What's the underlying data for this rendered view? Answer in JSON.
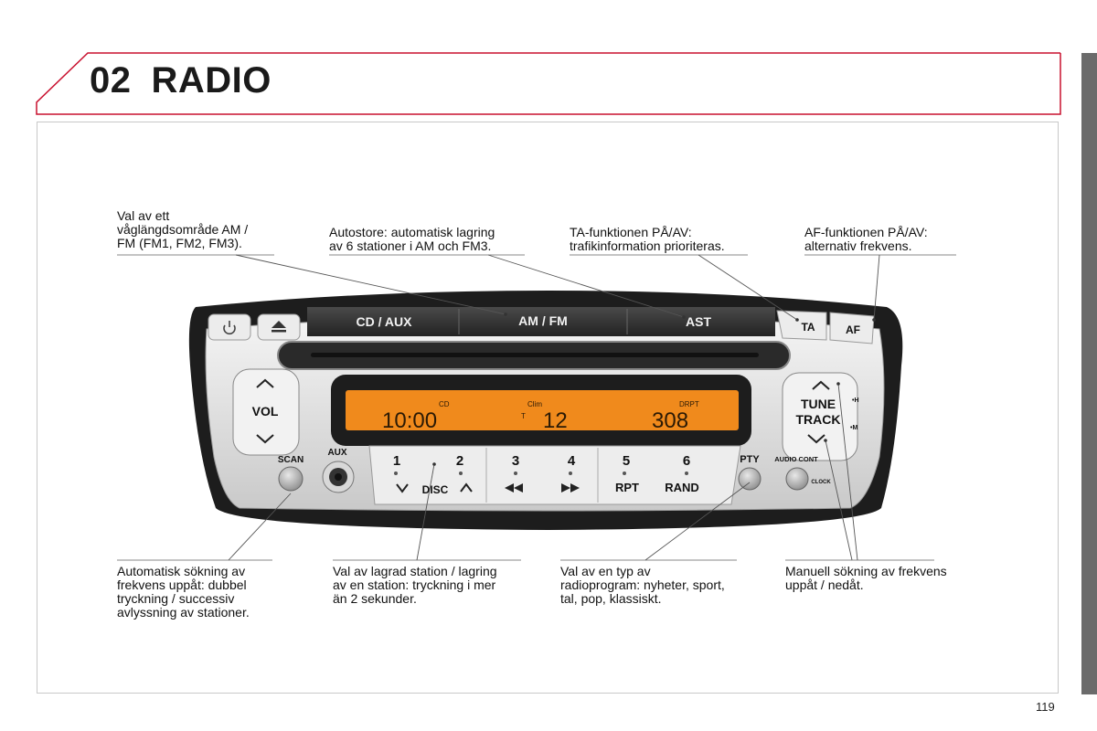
{
  "header": {
    "chapter_number": "02",
    "chapter_title": "RADIO"
  },
  "callouts": {
    "band": "Val av ett\nvåglängdsområde AM /\nFM (FM1, FM2, FM3).",
    "autostore": "Autostore: automatisk lagring\nav 6 stationer i AM och FM3.",
    "ta": "TA-funktionen PÅ/AV:\ntrafikinformation prioriteras.",
    "af": "AF-funktionen PÅ/AV:\nalternativ frekvens.",
    "scan": "Automatisk sökning av\nfrekvens uppåt: dubbel\ntryckning / successiv\navlyssning av stationer.",
    "preset": "Val av lagrad station / lagring\nav en station: tryckning i mer\nän 2 sekunder.",
    "pty": "Val av en typ av\nradioprogram: nyheter, sport,\ntal, pop, klassiskt.",
    "tune": "Manuell sökning av frekvens\nuppåt / nedåt."
  },
  "radio": {
    "top_buttons": {
      "cd_aux": "CD / AUX",
      "am_fm": "AM / FM",
      "ast": "AST",
      "ta": "TA",
      "af": "AF"
    },
    "vol": "VOL",
    "tune": "TUNE",
    "track": "TRACK",
    "tune_h": "•H",
    "tune_m": "•M",
    "scan": "SCAN",
    "aux": "AUX",
    "pty": "PTY",
    "audio_cont": "AUDIO CONT",
    "clock": "CLOCK",
    "presets": [
      "1",
      "2",
      "3",
      "4",
      "5",
      "6"
    ],
    "disc": "DISC",
    "rpt": "RPT",
    "rand": "RAND",
    "display": {
      "time": "10:00",
      "cd_indicator": "CD",
      "clim_indicator": "Clim",
      "t_indicator": "T",
      "temp": "12",
      "drpt_indicator": "DRPT",
      "value": "308"
    }
  },
  "colors": {
    "accent": "#c8102e",
    "display": "#f08a1c",
    "panel": "#1d1d1d"
  },
  "page_number": "119"
}
